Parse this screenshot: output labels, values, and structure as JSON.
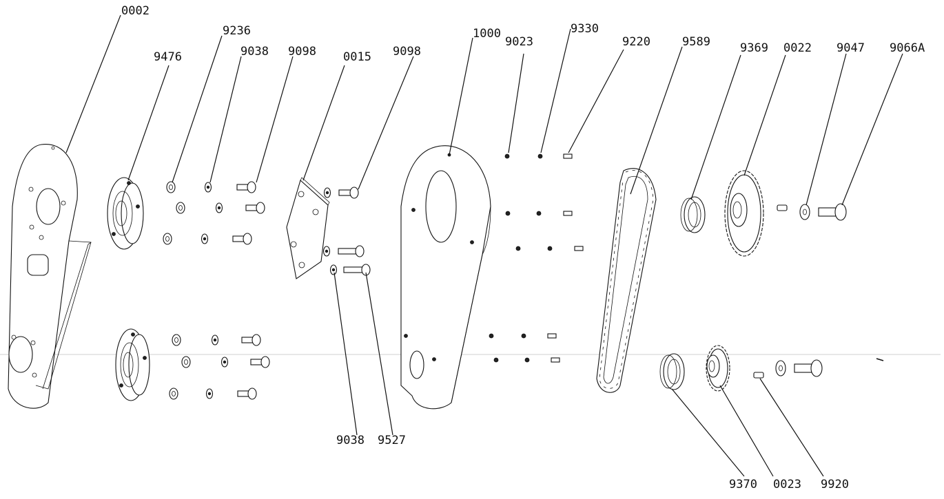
{
  "callouts": {
    "p0002": "0002",
    "p9476": "9476",
    "p9236": "9236",
    "p9038_top": "9038",
    "p9098_a": "9098",
    "p0015": "0015",
    "p9098_b": "9098",
    "p1000": "1000",
    "p9023": "9023",
    "p9330": "9330",
    "p9220": "9220",
    "p9589": "9589",
    "p9369": "9369",
    "p0022": "0022",
    "p9047": "9047",
    "p9066A": "9066A",
    "p9038_bottom": "9038",
    "p9527": "9527",
    "p9370": "9370",
    "p0023": "0023",
    "p9920": "9920"
  }
}
